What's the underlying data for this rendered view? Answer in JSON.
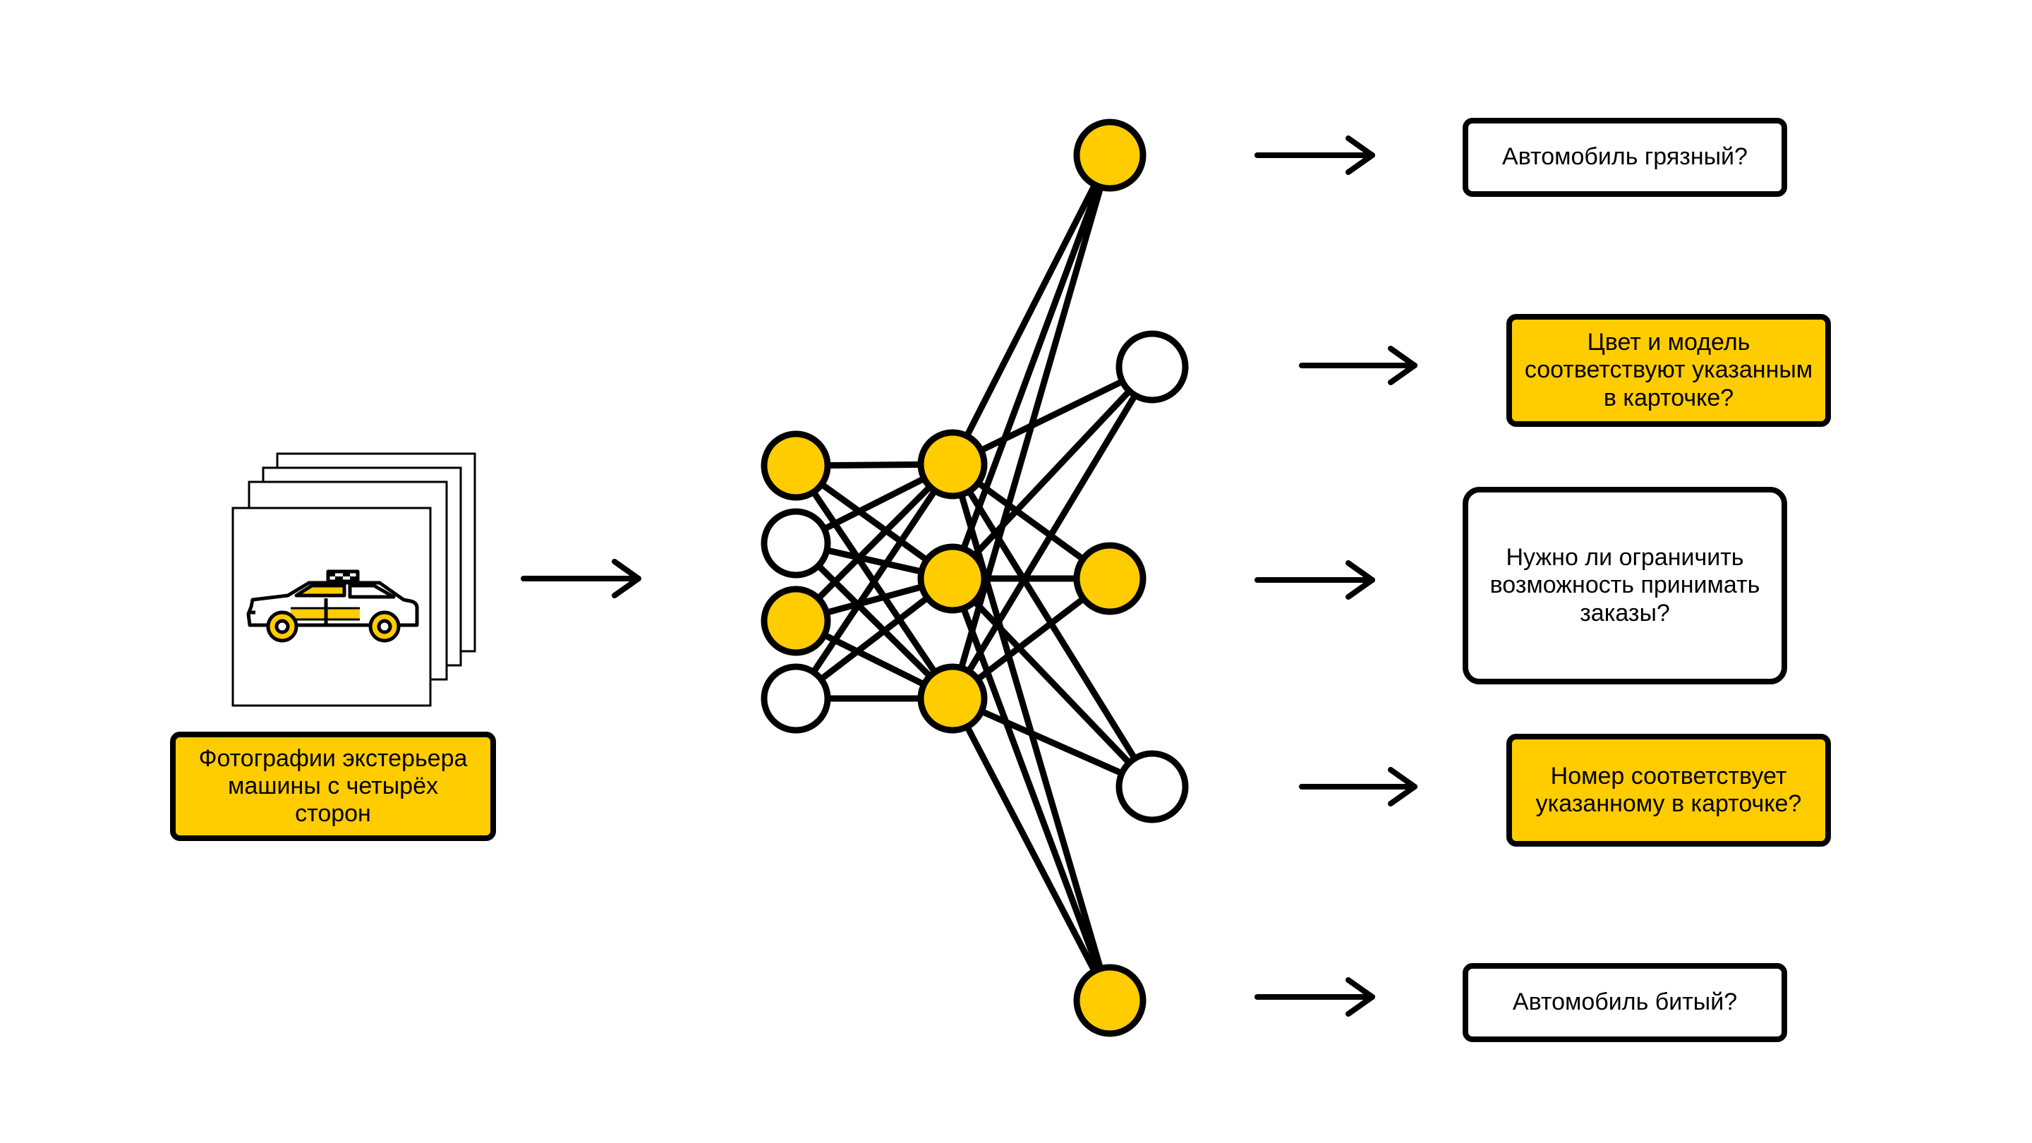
{
  "colors": {
    "accent": "#FFCC00",
    "stroke": "#000000",
    "background": "#FFFFFF"
  },
  "input": {
    "caption": "Фотографии экстерьера машины с четырёх сторон",
    "icon": "taxi-car-icon"
  },
  "network": {
    "layer1": [
      "yellow",
      "white",
      "yellow",
      "white"
    ],
    "layer2": [
      "yellow",
      "yellow",
      "yellow"
    ],
    "outputs": [
      "yellow",
      "white",
      "yellow",
      "white",
      "yellow"
    ]
  },
  "outputs": [
    {
      "text": "Автомобиль грязный?",
      "fill": "white"
    },
    {
      "text": "Цвет и модель соответствуют указанным в карточке?",
      "fill": "yellow"
    },
    {
      "text": "Нужно ли ограничить возможность принимать заказы?",
      "fill": "white"
    },
    {
      "text": "Номер соответствует указанному в карточке?",
      "fill": "yellow"
    },
    {
      "text": "Автомобиль битый?",
      "fill": "white"
    }
  ]
}
